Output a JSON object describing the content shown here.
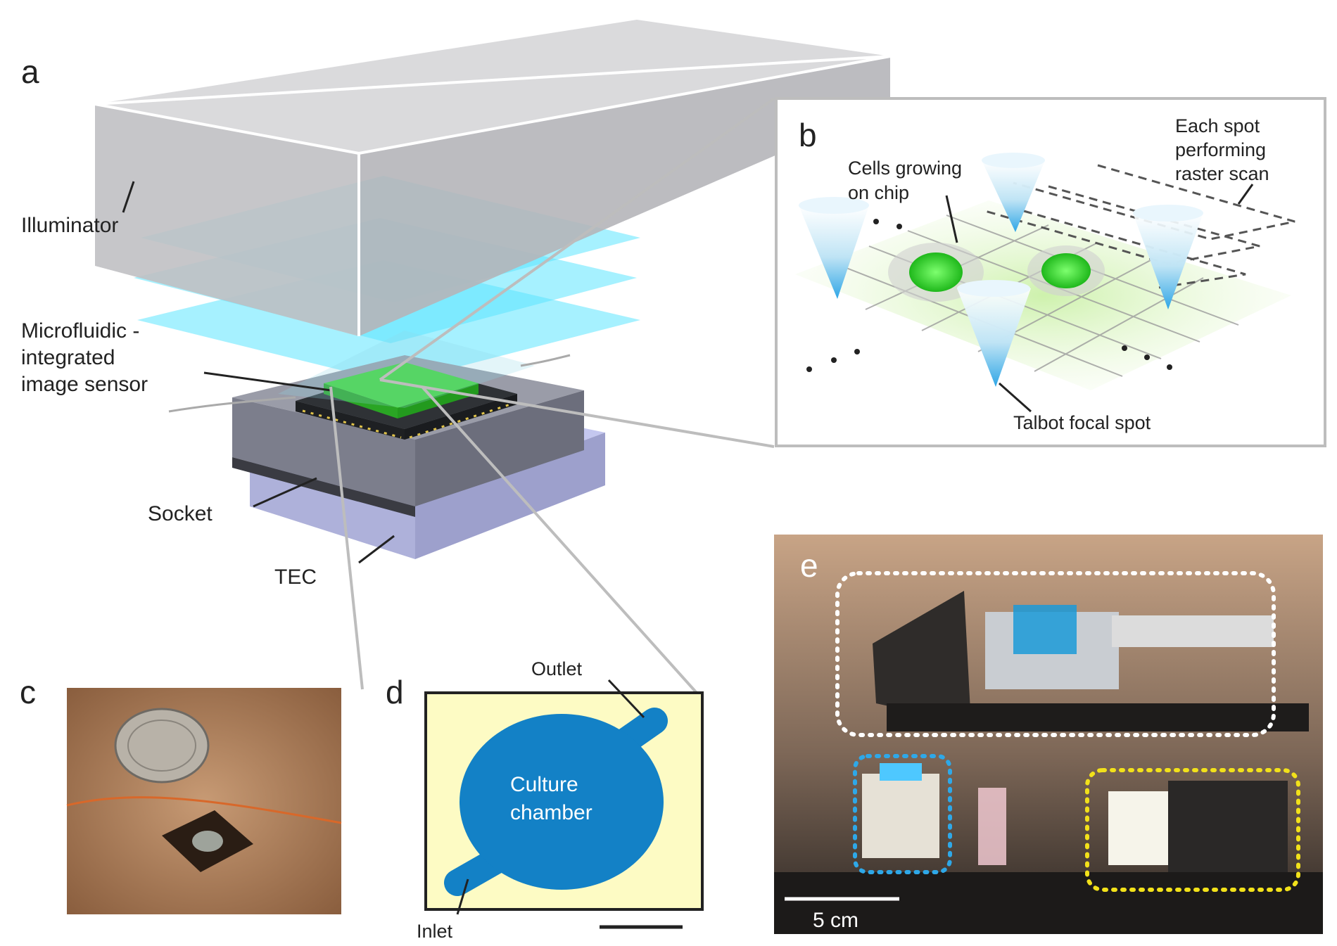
{
  "panels": {
    "a": {
      "letter": "a",
      "labels": {
        "illuminator": "Illuminator",
        "sensor_line1": "Microfluidic -",
        "sensor_line2": "integrated",
        "sensor_line3": "image sensor",
        "socket": "Socket",
        "tec": "TEC"
      }
    },
    "b": {
      "letter": "b",
      "labels": {
        "cells_line1": "Cells growing",
        "cells_line2": "on chip",
        "scan_line1": "Each spot",
        "scan_line2": "performing",
        "scan_line3": "raster scan",
        "focal": "Talbot focal spot"
      }
    },
    "c": {
      "letter": "c"
    },
    "d": {
      "letter": "d",
      "labels": {
        "outlet": "Outlet",
        "chamber_line1": "Culture",
        "chamber_line2": "chamber",
        "inlet": "Inlet"
      }
    },
    "e": {
      "letter": "e",
      "scale_bar": "5 cm"
    }
  },
  "colors": {
    "illuminator": "#c9c9cc",
    "light": "#3fe0ff",
    "chip": "#43d43a",
    "socket": "#8a8c98",
    "tec": "#c4c7ef",
    "chamber": "#1381c6",
    "chip_background": "#fdfbc4",
    "grid": "#cfe8b4",
    "box_white": "#ffffff",
    "box_blue": "#2ea8e8",
    "box_yellow": "#f2e11a"
  }
}
